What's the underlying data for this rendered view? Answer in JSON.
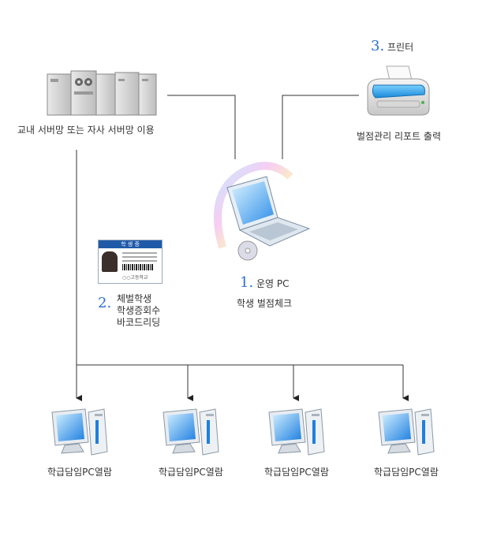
{
  "server": {
    "label": "교내 서버망 또는 자사 서버망 이용",
    "icon": "server-rack-icon"
  },
  "printer": {
    "number": "3.",
    "title": "프린터",
    "label": "벌점관리 리포트 출력",
    "icon": "printer-icon"
  },
  "operator": {
    "number": "1.",
    "title": "운영 PC",
    "label": "학생 벌점체크",
    "icon": "laptop-icon"
  },
  "barcode": {
    "number": "2.",
    "lines": [
      "체벌학생",
      "학생증회수",
      "바코드리딩"
    ],
    "card": {
      "header": "학 생 증",
      "school": "○○고등학교"
    },
    "icon": "student-id-card-icon"
  },
  "clients": [
    {
      "label": "학급담임PC열람"
    },
    {
      "label": "학급담임PC열람"
    },
    {
      "label": "학급담임PC열람"
    },
    {
      "label": "학급담임PC열람"
    }
  ],
  "colors": {
    "accent": "#2b6fd6",
    "line": "#333333",
    "screen": "#2f8fe8"
  }
}
